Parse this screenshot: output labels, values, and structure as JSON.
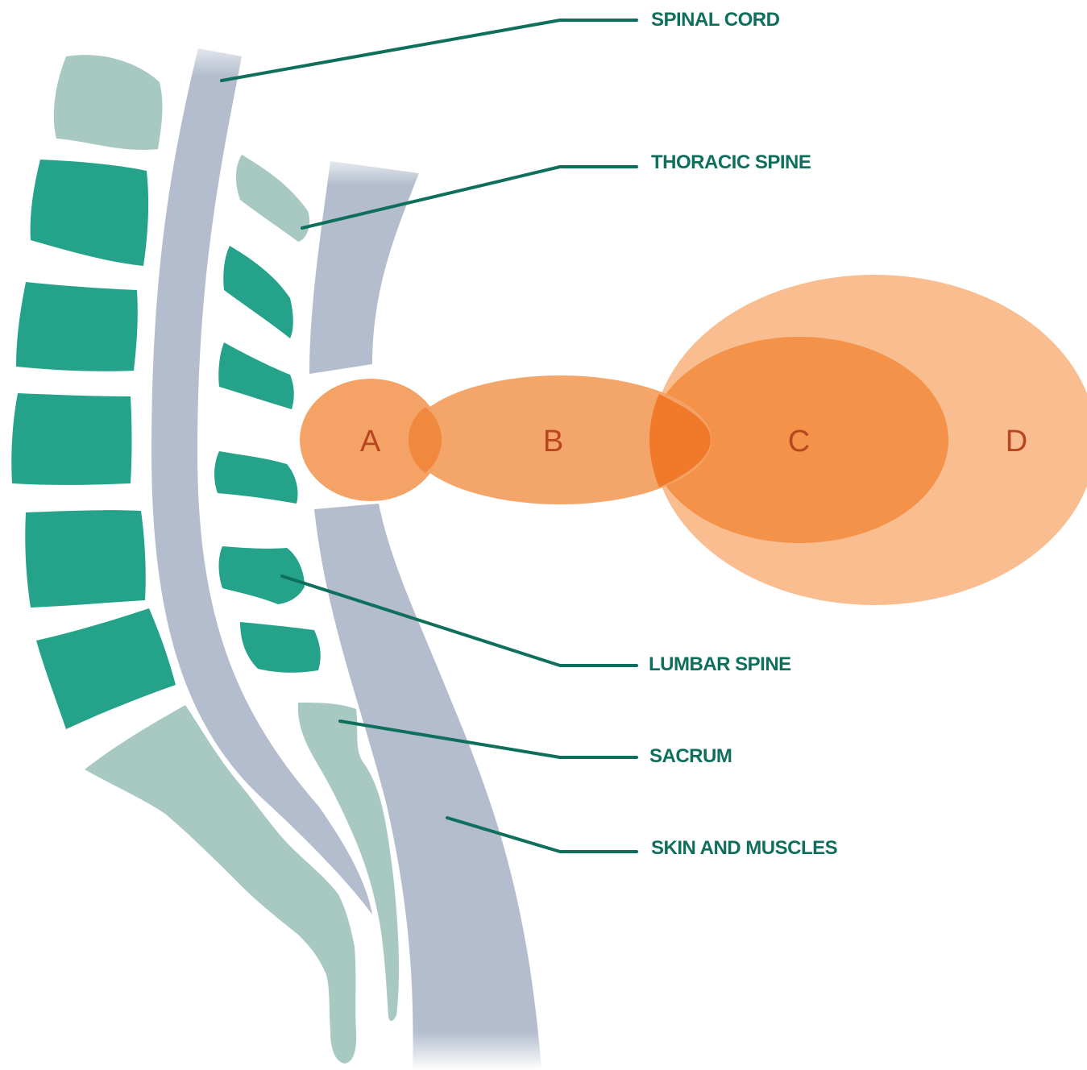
{
  "colors": {
    "vertebra_dark": "#24a38a",
    "vertebra_light": "#a8c9c1",
    "cord_and_skin": "#b3bdcd",
    "zone_light": "#f9bd8f",
    "zone_mid": "#f4a265",
    "zone_dark": "#f07a2a",
    "zone_letter": "#b8461f",
    "label_green": "#0e6f5c"
  },
  "labels": {
    "spinal_cord": "SPINAL CORD",
    "thoracic_spine": "THORACIC SPINE",
    "lumbar_spine": "LUMBAR SPINE",
    "sacrum": "SACRUM",
    "skin_and_muscles": "SKIN AND MUSCLES"
  },
  "zones": {
    "a": "A",
    "b": "B",
    "c": "C",
    "d": "D"
  }
}
